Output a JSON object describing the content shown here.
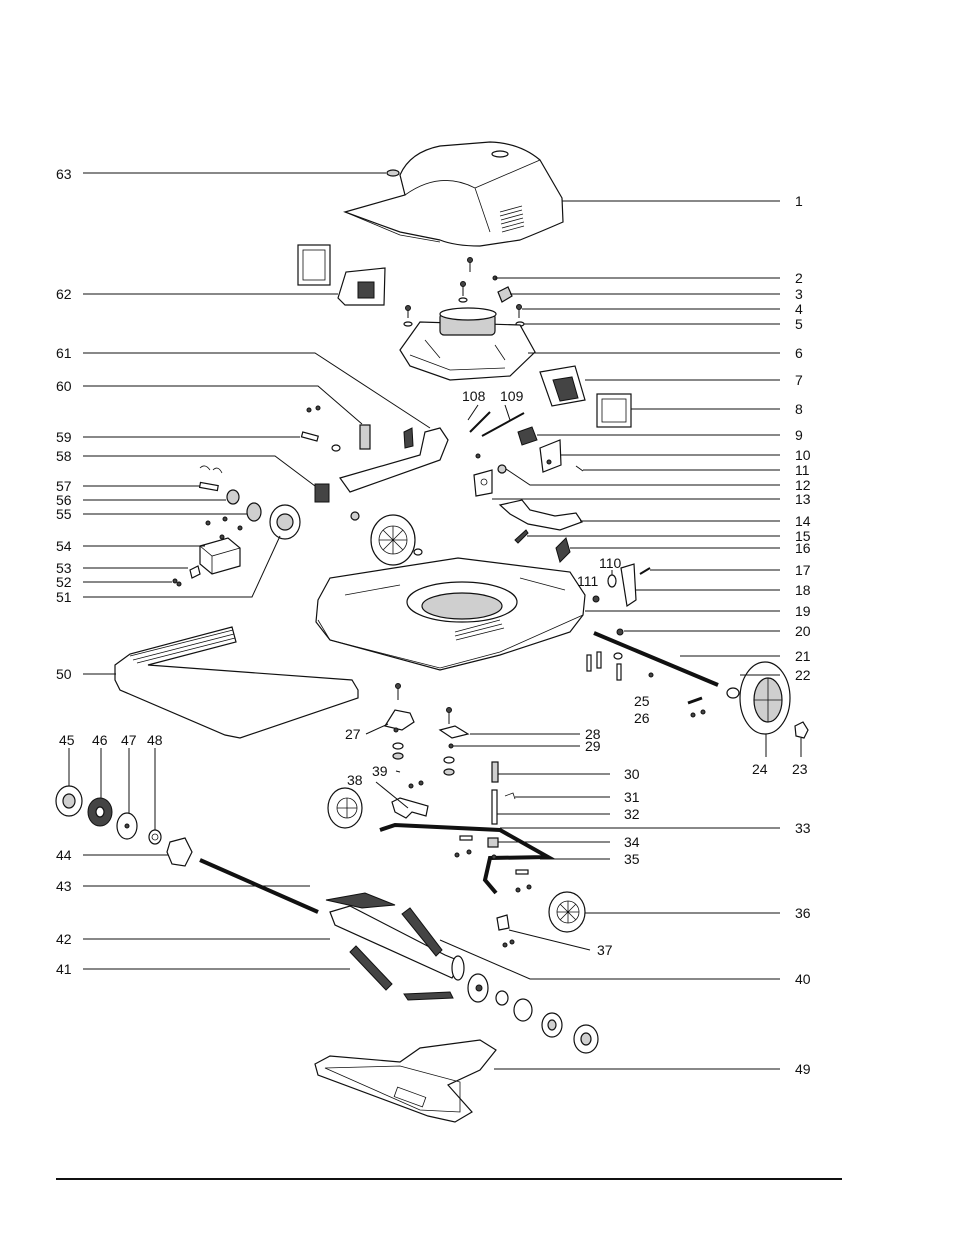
{
  "callouts": {
    "p1": "1",
    "p2": "2",
    "p3": "3",
    "p4": "4",
    "p5": "5",
    "p6": "6",
    "p7": "7",
    "p8": "8",
    "p9": "9",
    "p10": "10",
    "p11": "11",
    "p12": "12",
    "p13": "13",
    "p14": "14",
    "p15": "15",
    "p16": "16",
    "p17": "17",
    "p18": "18",
    "p19": "19",
    "p20": "20",
    "p21": "21",
    "p22": "22",
    "p23": "23",
    "p24": "24",
    "p25": "25",
    "p26": "26",
    "p27": "27",
    "p28": "28",
    "p29": "29",
    "p30": "30",
    "p31": "31",
    "p32": "32",
    "p33": "33",
    "p34": "34",
    "p35": "35",
    "p36": "36",
    "p37": "37",
    "p38": "38",
    "p39": "39",
    "p40": "40",
    "p41": "41",
    "p42": "42",
    "p43": "43",
    "p44": "44",
    "p45": "45",
    "p46": "46",
    "p47": "47",
    "p48": "48",
    "p49": "49",
    "p50": "50",
    "p51": "51",
    "p52": "52",
    "p53": "53",
    "p54": "54",
    "p55": "55",
    "p56": "56",
    "p57": "57",
    "p58": "58",
    "p59": "59",
    "p60": "60",
    "p61": "61",
    "p62": "62",
    "p63": "63",
    "p108": "108",
    "p109": "109",
    "p110": "110",
    "p111": "111"
  }
}
